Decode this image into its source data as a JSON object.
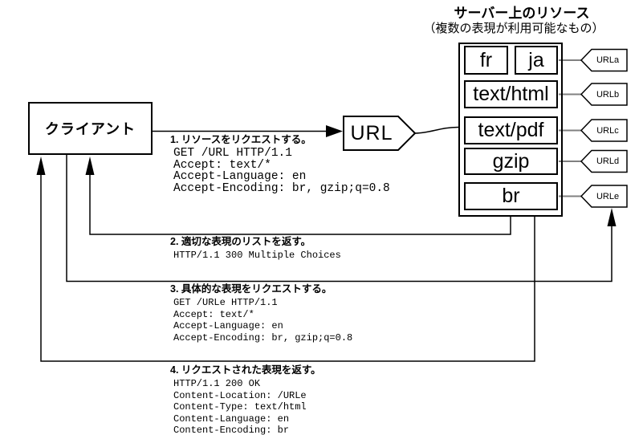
{
  "diagram_title": {
    "title": "サーバー上のリソース",
    "subtitle": "（複数の表現が利用可能なもの）"
  },
  "client": {
    "label": "クライアント"
  },
  "url_node": {
    "label": "URL"
  },
  "server": {
    "resources": [
      {
        "label": "fr"
      },
      {
        "label": "ja"
      },
      {
        "label": "text/html"
      },
      {
        "label": "text/pdf"
      },
      {
        "label": "gzip"
      },
      {
        "label": "br"
      }
    ],
    "tags": [
      {
        "label": "URLa"
      },
      {
        "label": "URLb"
      },
      {
        "label": "URLc"
      },
      {
        "label": "URLd"
      },
      {
        "label": "URLe"
      }
    ]
  },
  "steps": [
    {
      "heading": "1. リソースをリクエストする。",
      "http": [
        "GET /URL HTTP/1.1",
        "Accept: text/*",
        "Accept-Language: en",
        "Accept-Encoding: br, gzip;q=0.8"
      ]
    },
    {
      "heading": "2. 適切な表現のリストを返す。",
      "http": [
        "HTTP/1.1 300 Multiple Choices"
      ]
    },
    {
      "heading": "3. 具体的な表現をリクエストする。",
      "http": [
        "GET /URLe HTTP/1.1",
        "Accept: text/*",
        "Accept-Language: en",
        "Accept-Encoding: br, gzip;q=0.8"
      ]
    },
    {
      "heading": "4. リクエストされた表現を返す。",
      "http": [
        "HTTP/1.1 200 OK",
        "Content-Location: /URLe",
        "Content-Type: text/html",
        "Content-Language: en",
        "Content-Encoding: br"
      ]
    }
  ],
  "colors": {
    "line": "#000000",
    "connector": "#808080",
    "background": "#ffffff"
  }
}
